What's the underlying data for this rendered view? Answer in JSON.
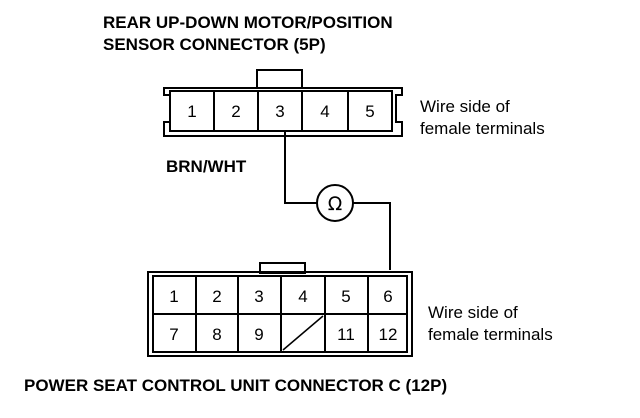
{
  "top_connector": {
    "title_line1": "REAR UP-DOWN MOTOR/POSITION",
    "title_line2": "SENSOR CONNECTOR (5P)",
    "pins": [
      "1",
      "2",
      "3",
      "4",
      "5"
    ],
    "side_label_line1": "Wire side of",
    "side_label_line2": "female terminals"
  },
  "wire_label": "BRN/WHT",
  "meter_symbol": "Ω",
  "bottom_connector": {
    "pins_row1": [
      "1",
      "2",
      "3",
      "4",
      "5",
      "6"
    ],
    "pins_row2": [
      "7",
      "8",
      "9",
      "",
      "11",
      "12"
    ],
    "side_label_line1": "Wire side of",
    "side_label_line2": "female terminals",
    "title": "POWER SEAT CONTROL UNIT CONNECTOR C (12P)"
  }
}
